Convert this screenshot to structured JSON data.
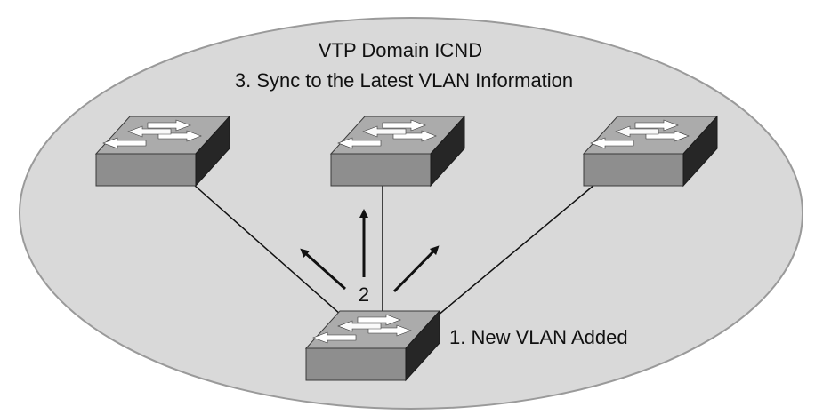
{
  "domain": {
    "title_line1": "VTP Domain  ICND",
    "title_line2": "3. Sync to the Latest VLAN Information"
  },
  "annotations": {
    "step_number": "2",
    "new_vlan_label": "1. New VLAN Added"
  },
  "switches": [
    {
      "id": "switch-left",
      "role": "vtp-client"
    },
    {
      "id": "switch-center",
      "role": "vtp-client"
    },
    {
      "id": "switch-right",
      "role": "vtp-client"
    },
    {
      "id": "switch-bottom",
      "role": "vtp-server"
    }
  ],
  "colors": {
    "domain_fill": "#d9d9d9",
    "switch_top": "#a9a9a9",
    "switch_front": "#8c8c8c",
    "switch_side": "#262626",
    "link": "#111111"
  }
}
